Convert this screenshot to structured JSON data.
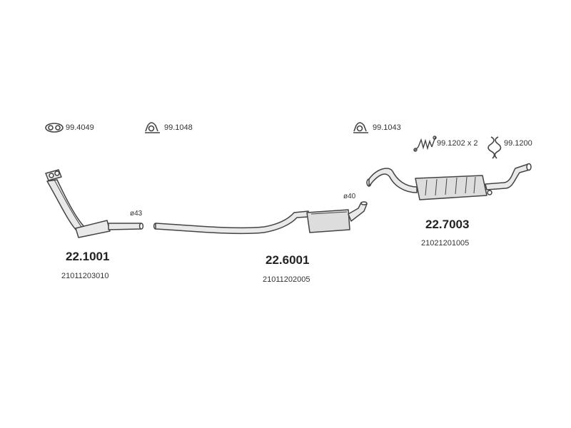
{
  "accessories": [
    {
      "code": "99.4049",
      "icon": "gasket-ring-icon"
    },
    {
      "code": "99.1048",
      "icon": "pipe-clamp-icon"
    },
    {
      "code": "99.1043",
      "icon": "pipe-clamp-icon"
    },
    {
      "code": "99.1202 x 2",
      "icon": "spring-icon"
    },
    {
      "code": "99.1200",
      "icon": "rubber-hanger-icon"
    }
  ],
  "parts": [
    {
      "number": "22.1001",
      "oem": "21011203010",
      "diameter": "ø43"
    },
    {
      "number": "22.6001",
      "oem": "21011202005",
      "diameter": "ø40"
    },
    {
      "number": "22.7003",
      "oem": "21021201005"
    }
  ],
  "colors": {
    "line": "#444444",
    "fill": "#e9e9e9",
    "fill_dark": "#cfcfcf"
  }
}
